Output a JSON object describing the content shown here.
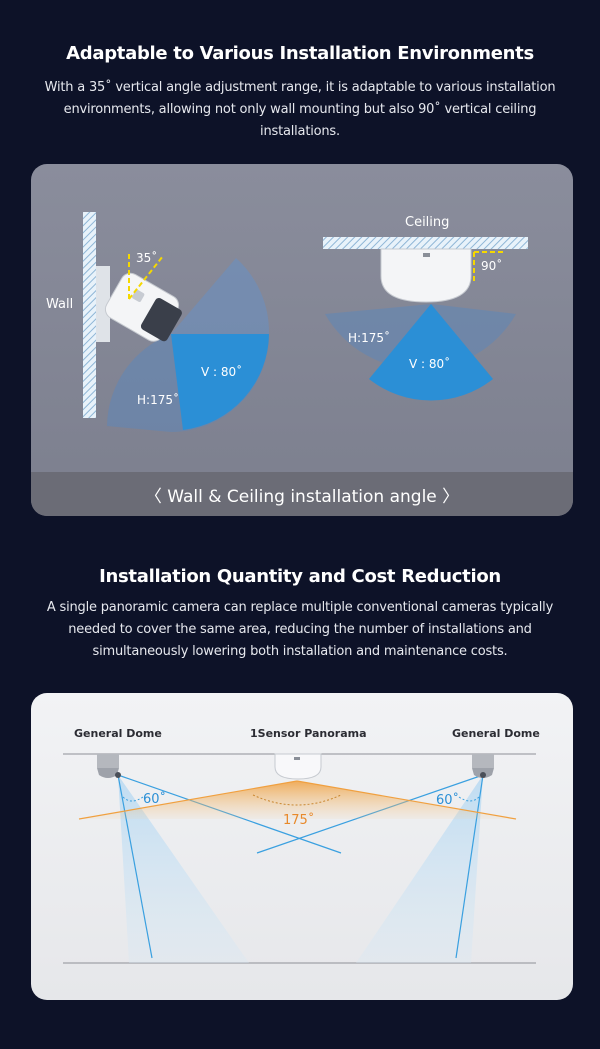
{
  "section1": {
    "title": "Adaptable to Various Installation Environments",
    "description": "With a 35˚ vertical angle adjustment range, it is adaptable to various installation environments, allowing not only wall mounting but also 90˚ vertical ceiling installations.",
    "wall_label": "Wall",
    "ceiling_label": "Ceiling",
    "wall_angle": "35˚",
    "ceiling_angle": "90˚",
    "wall_v": "V : 80˚",
    "wall_h": "H:175˚",
    "ceiling_v": "V : 80˚",
    "ceiling_h": "H:175˚",
    "caption": "〈 Wall & Ceiling installation angle 〉"
  },
  "section2": {
    "title": "Installation Quantity and Cost Reduction",
    "description": "A single panoramic camera can replace multiple conventional cameras typically needed to cover the same area, reducing the number of installations and simultaneously lowering both installation and maintenance costs.",
    "left_label": "General Dome",
    "center_label": "1Sensor Panorama",
    "right_label": "General Dome",
    "left_angle": "60˚",
    "center_angle": "175˚",
    "right_angle": "60˚"
  },
  "colors": {
    "background": "#0d1228",
    "fov_blue": "#2b8fd6",
    "fov_orange": "#f0a040",
    "angle_yellow": "#f5d800"
  }
}
